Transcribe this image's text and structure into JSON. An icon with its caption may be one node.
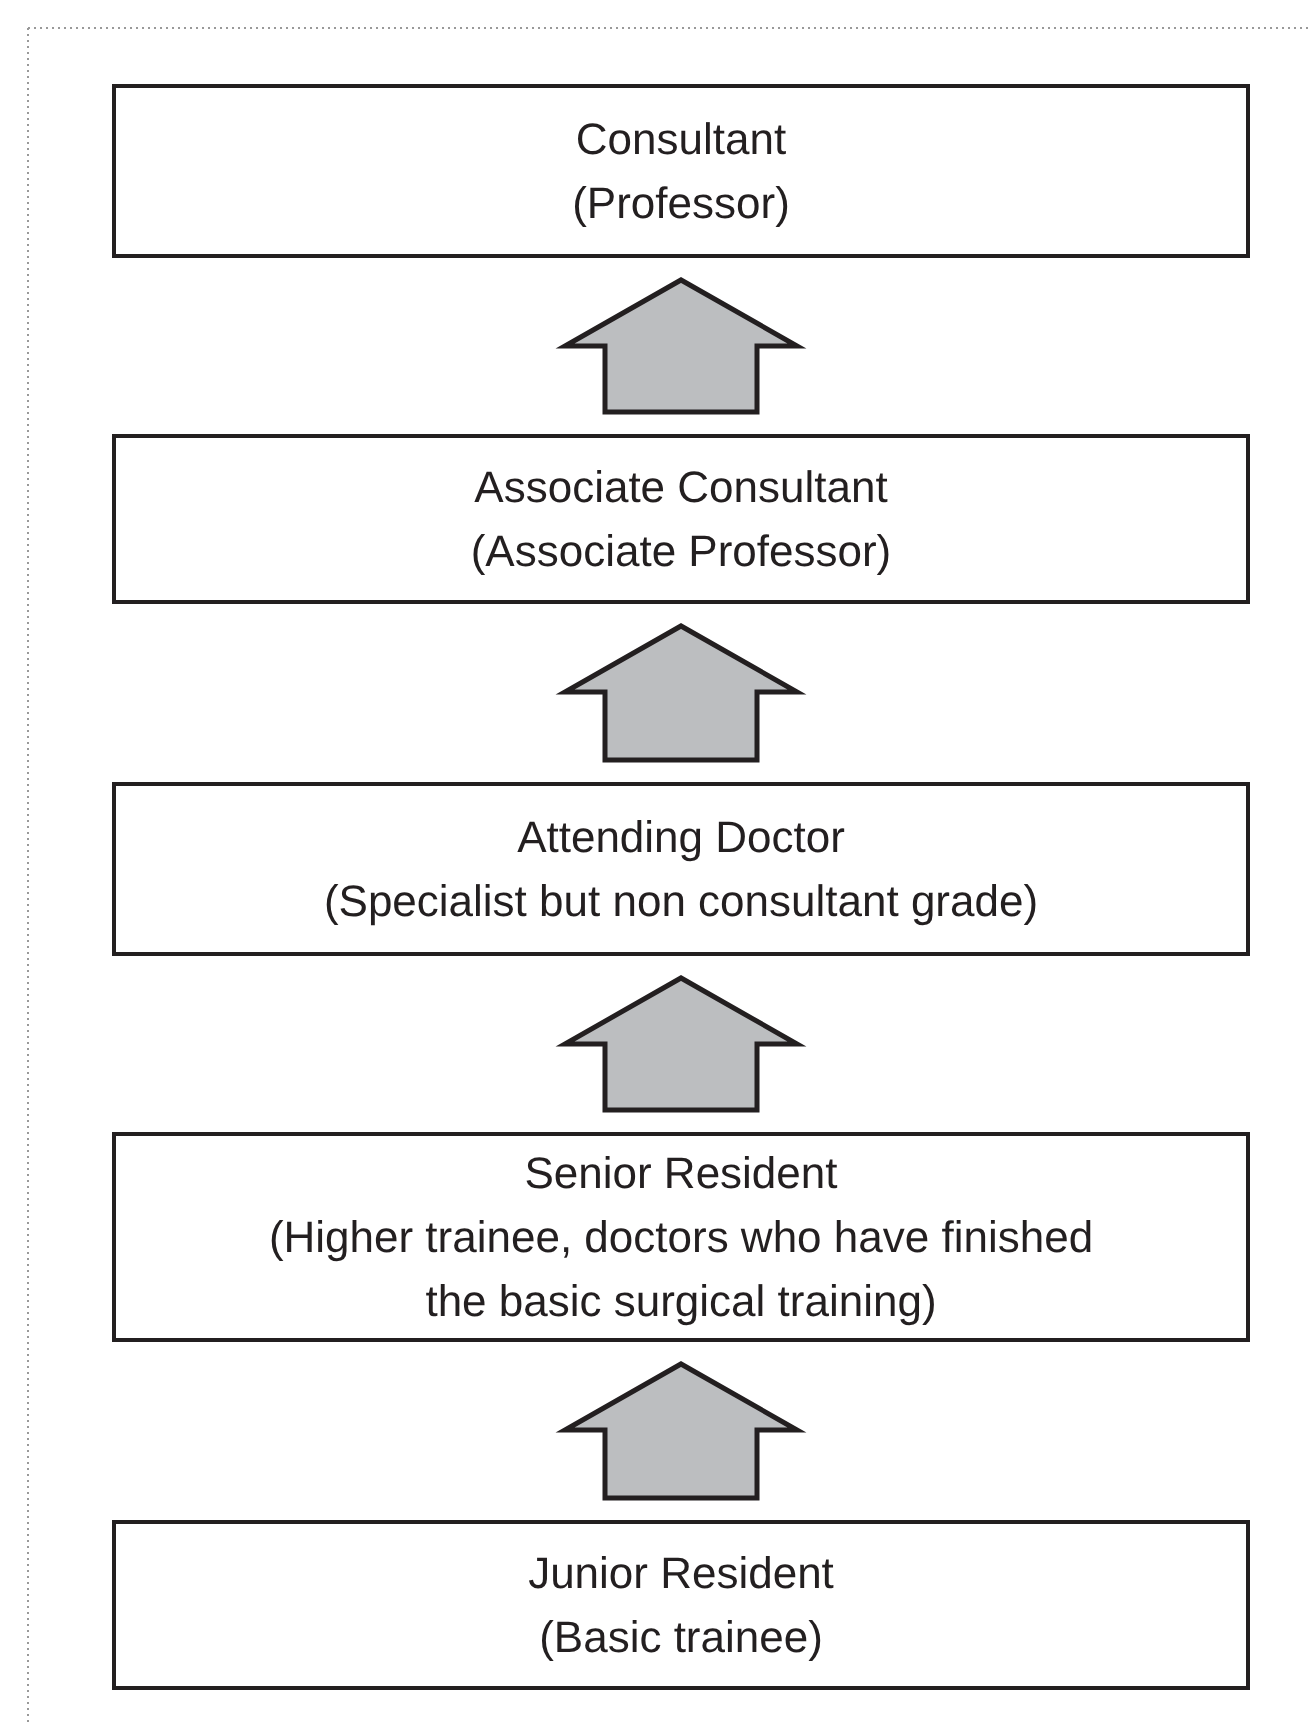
{
  "diagram": {
    "nodes": [
      {
        "text": [
          "Consultant",
          "(Professor)"
        ]
      },
      {
        "text": [
          "Associate Consultant",
          "(Associate Professor)"
        ]
      },
      {
        "text": [
          "Attending Doctor",
          "(Specialist but non consultant grade)"
        ]
      },
      {
        "text": [
          "Senior Resident",
          "(Higher trainee, doctors who have finished the basic surgical training)"
        ]
      },
      {
        "text": [
          "Junior Resident",
          "(Basic trainee)"
        ]
      }
    ],
    "edges": [
      {
        "from": 1,
        "to": 0,
        "arrow": "to"
      },
      {
        "from": 2,
        "to": 1,
        "arrow": "to"
      },
      {
        "from": 3,
        "to": 2,
        "arrow": "to"
      },
      {
        "from": 4,
        "to": 3,
        "arrow": "to"
      }
    ]
  }
}
